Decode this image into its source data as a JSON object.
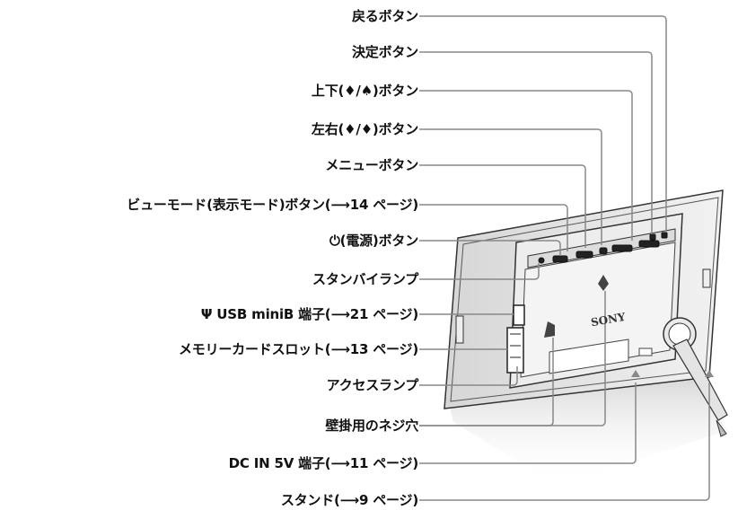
{
  "labels": {
    "back": "戻るボタン",
    "enter": "決定ボタン",
    "updown": "上下(♦/♠)ボタン",
    "leftright": "左右(♦/♦)ボタン",
    "menu": "メニューボタン",
    "viewmode": "ビューモード(表示モード)ボタン(⟶14 ページ)",
    "power": "⏻(電源)ボタン",
    "standby": "スタンバイランプ",
    "usb": "USB miniB 端子(⟶21 ページ)",
    "memorycard": "メモリーカードスロット(⟶13 ページ)",
    "access": "アクセスランプ",
    "wallhole": "壁掛用のネジ穴",
    "dcin": "DC IN 5V 端子(⟶11 ページ)",
    "stand": "スタンド(⟶9 ページ)"
  },
  "device": {
    "brand": "SONY"
  },
  "icons": {
    "usb": "usb-trident-icon",
    "power": "power-icon"
  },
  "colors": {
    "leader_line": "#888888",
    "text": "#111111"
  }
}
